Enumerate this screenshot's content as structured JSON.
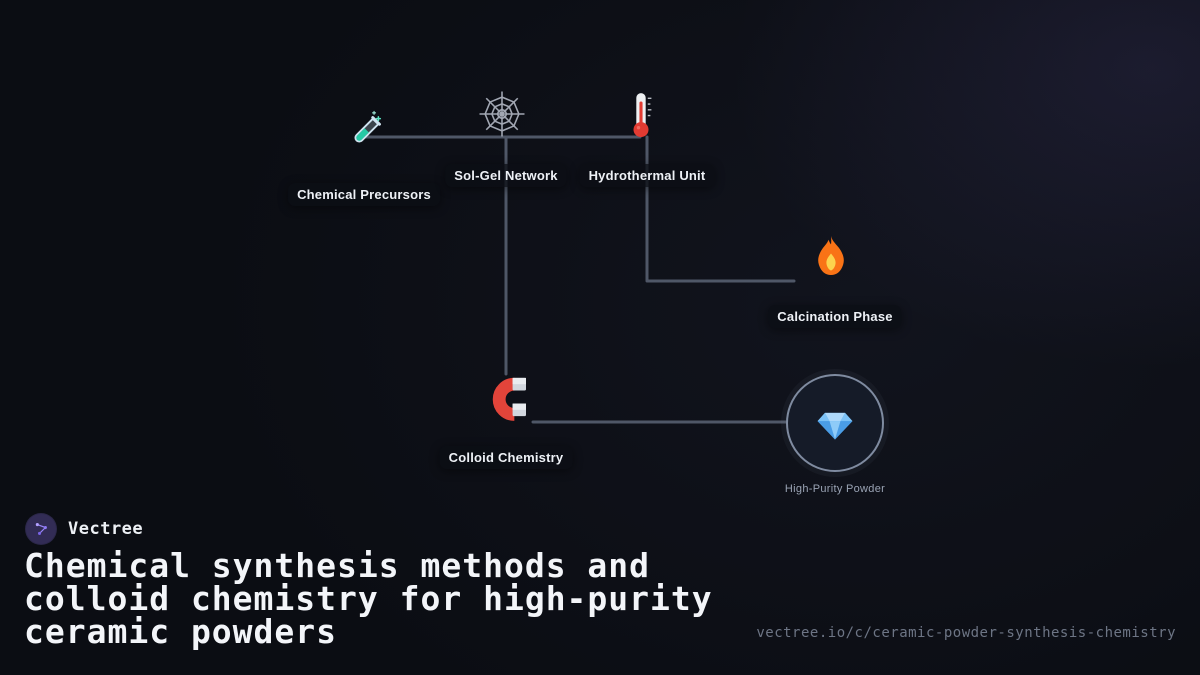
{
  "diagram": {
    "nodes": [
      {
        "id": "chemical-precursors",
        "label": "Chemical Precursors",
        "icon": "test-tube"
      },
      {
        "id": "sol-gel-network",
        "label": "Sol-Gel Network",
        "icon": "spider-web"
      },
      {
        "id": "hydrothermal-unit",
        "label": "Hydrothermal Unit",
        "icon": "thermometer"
      },
      {
        "id": "calcination-phase",
        "label": "Calcination Phase",
        "icon": "fire"
      },
      {
        "id": "colloid-chemistry",
        "label": "Colloid Chemistry",
        "icon": "magnet"
      },
      {
        "id": "high-purity-powder",
        "label": "High-Purity Powder",
        "icon": "gem",
        "shape": "circle"
      }
    ],
    "edges": [
      {
        "from": "chemical-precursors",
        "to": "hydrothermal-unit"
      },
      {
        "from": "sol-gel-network",
        "to": "colloid-chemistry"
      },
      {
        "from": "hydrothermal-unit",
        "to": "calcination-phase"
      },
      {
        "from": "colloid-chemistry",
        "to": "high-purity-powder"
      }
    ]
  },
  "footer": {
    "brand": "Vectree",
    "headline": "Chemical synthesis methods and colloid chemistry for high-purity ceramic powders",
    "headline_lines": [
      "Chemical synthesis methods and",
      "colloid chemistry for high-purity",
      "ceramic powders"
    ],
    "url": "vectree.io/c/ceramic-powder-synthesis-chemistry"
  },
  "colors": {
    "background": "#0b0d13",
    "edge": "#4f5767",
    "label_text": "#eef1f6",
    "accent_purple": "#8f79f5"
  }
}
